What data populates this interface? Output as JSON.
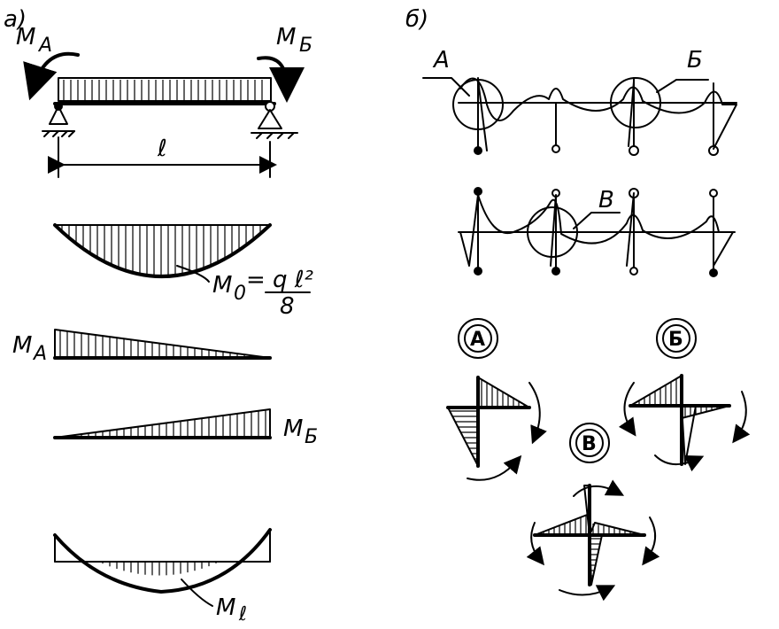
{
  "panel_a": {
    "label": "а)",
    "moment_a": "M",
    "moment_a_sub": "A",
    "moment_b": "M",
    "moment_b_sub": "Б",
    "span": "ℓ",
    "m0_label": "M",
    "m0_sub": "0",
    "m0_formula_num": "= q ℓ²",
    "m0_formula_den": "8",
    "ma_label": "M",
    "ma_sub": "A",
    "mb_label": "M",
    "mb_sub": "Б",
    "ml_label": "M",
    "ml_sub": "ℓ"
  },
  "panel_b": {
    "label": "б)",
    "node_a": "А",
    "node_b": "Б",
    "node_v": "В",
    "detail_a": "А",
    "detail_b": "Б",
    "detail_v": "В"
  }
}
